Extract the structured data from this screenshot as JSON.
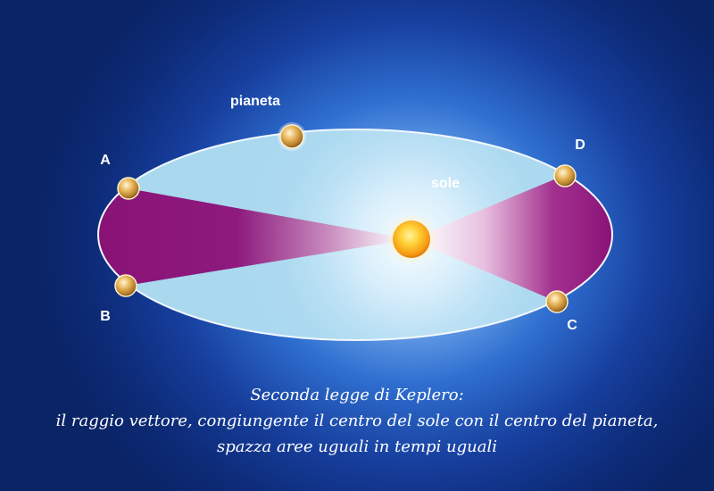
{
  "labels": {
    "planet": "pianeta",
    "sun": "sole",
    "point_a": "A",
    "point_b": "B",
    "point_c": "C",
    "point_d": "D"
  },
  "caption": {
    "line1": "Seconda legge di Keplero:",
    "line2": "il raggio vettore, congiungente il centro del sole con il centro del pianeta,",
    "line3": "spazza aree uguali in tempi uguali"
  },
  "colors": {
    "orbit_fill": "#a9d8ef",
    "orbit_stroke": "#f2f8ff",
    "swept_area": "#8a1277",
    "sun_core": "#ffd23a",
    "planet": "#e8b458"
  }
}
